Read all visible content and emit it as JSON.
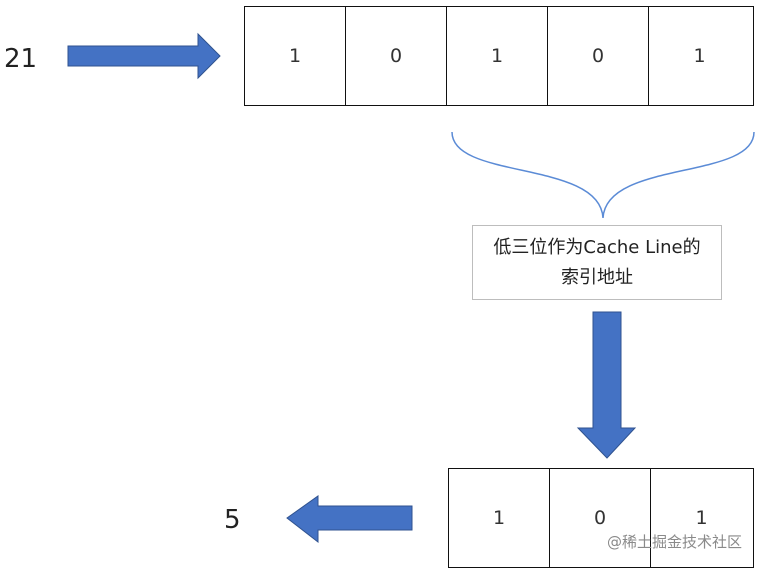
{
  "input_number": "21",
  "output_number": "5",
  "input_bits": [
    "1",
    "0",
    "1",
    "0",
    "1"
  ],
  "output_bits": [
    "1",
    "0",
    "1"
  ],
  "note_lines": [
    "低三位作为Cache Line的",
    "索引地址"
  ],
  "watermark": "@稀土掘金技术社区",
  "colors": {
    "arrow": "#4472c4",
    "arrow_border": "#2f528f",
    "border": "#111111"
  }
}
